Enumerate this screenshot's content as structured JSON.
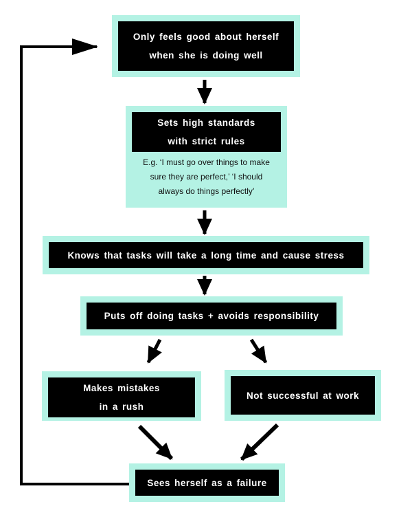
{
  "colors": {
    "highlight": "#b4f2e4",
    "node_bg": "#000000",
    "node_text": "#ffffff",
    "example_text": "#111111",
    "arrow": "#000000",
    "background": "#ffffff"
  },
  "chart_data": {
    "type": "flowchart",
    "title": "Perfectionism vicious cycle",
    "nodes": [
      "Only feels good about herself when she is doing well",
      "Sets high standards with strict rules",
      "Knows that tasks will take a long time and cause stress",
      "Puts off doing tasks + avoids responsibility",
      "Makes mistakes in a rush",
      "Not successful at work",
      "Sees herself as a failure"
    ],
    "edges": [
      [
        "Only feels good about herself when she is doing well",
        "Sets high standards with strict rules"
      ],
      [
        "Sets high standards with strict rules",
        "Knows that tasks will take a long time and cause stress"
      ],
      [
        "Knows that tasks will take a long time and cause stress",
        "Puts off doing tasks + avoids responsibility"
      ],
      [
        "Puts off doing tasks + avoids responsibility",
        "Makes mistakes in a rush"
      ],
      [
        "Puts off doing tasks + avoids responsibility",
        "Not successful at work"
      ],
      [
        "Makes mistakes in a rush",
        "Sees herself as a failure"
      ],
      [
        "Not successful at work",
        "Sees herself as a failure"
      ],
      [
        "Sees herself as a failure",
        "Only feels good about herself when she is doing well"
      ]
    ]
  },
  "nodes": {
    "feels_good": {
      "label": "Only feels good about herself\nwhen she is doing well"
    },
    "high_standards": {
      "label": "Sets high standards\nwith strict rules",
      "example": "E.g. ‘I must go over things to make\nsure they are perfect,’ ‘I should\nalways do things perfectly’"
    },
    "knows_tasks": {
      "label": "Knows that tasks will take a long time and cause stress"
    },
    "puts_off": {
      "label": "Puts off doing tasks + avoids responsibility"
    },
    "makes_mistakes": {
      "label": "Makes mistakes\nin a rush"
    },
    "not_successful": {
      "label": "Not successful at work"
    },
    "sees_failure": {
      "label": "Sees herself as a failure"
    }
  }
}
